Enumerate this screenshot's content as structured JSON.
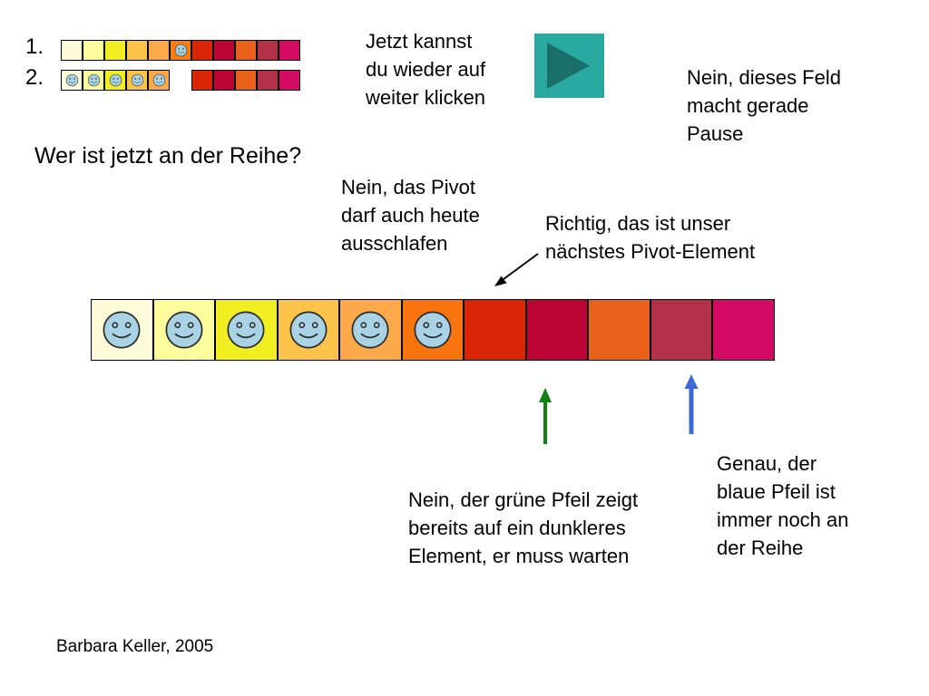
{
  "slide": {
    "heading": "Wer ist jetzt an der Reihe?",
    "credit": "Barbara Keller, 2005",
    "background": "#ffffff"
  },
  "colors": {
    "text": "#000000",
    "cell_border": "#000000",
    "smiley_face": "#A9D3E5",
    "smiley_features": "#2B2B2B",
    "play_button_bg": "#2AA9A1",
    "play_button_triangle": "#1B6F6A",
    "green_arrow": "#118211",
    "blue_arrow": "#3C69D8",
    "black_arrow": "#000000"
  },
  "annotations": {
    "continue_hint": "Jetzt kannst\ndu wieder auf\nweiter klicken",
    "pause_feedback": "Nein, dieses Feld\nmacht gerade\nPause",
    "pivot_sleep_feedback": "Nein, das Pivot\ndarf auch heute\nausschlafen",
    "pivot_correct_feedback": "Richtig, das ist unser\nnächstes Pivot-Element",
    "green_arrow_feedback": "Nein, der grüne Pfeil zeigt\nbereits auf ein dunkleres\nElement, er muss warten",
    "blue_arrow_feedback": "Genau, der\nblaue Pfeil ist\nimmer noch an\nder Reihe"
  },
  "mini_rows": [
    {
      "label": "1.",
      "cells": [
        {
          "color": "#FEFCD9",
          "smiley": false
        },
        {
          "color": "#FEFD9E",
          "smiley": false
        },
        {
          "color": "#F1EF22",
          "smiley": false
        },
        {
          "color": "#FCC34B",
          "smiley": false
        },
        {
          "color": "#FBA94B",
          "smiley": false
        },
        {
          "color": "#F97D0F",
          "smiley": true
        },
        {
          "color": "#DB2507",
          "smiley": false
        },
        {
          "color": "#BC0434",
          "smiley": false
        },
        {
          "color": "#E8621B",
          "smiley": false
        },
        {
          "color": "#B23147",
          "smiley": false
        },
        {
          "color": "#D30B65",
          "smiley": false
        }
      ]
    },
    {
      "label": "2.",
      "cells": [
        {
          "color": "#FEFCD9",
          "smiley": true
        },
        {
          "color": "#FEFD9E",
          "smiley": true
        },
        {
          "color": "#F1EF22",
          "smiley": true
        },
        {
          "color": "#FCC34B",
          "smiley": true
        },
        {
          "color": "#FBA94B",
          "smiley": true
        },
        {
          "gap": true
        },
        {
          "color": "#DB2507",
          "smiley": false
        },
        {
          "color": "#BC0434",
          "smiley": false
        },
        {
          "color": "#E8621B",
          "smiley": false
        },
        {
          "color": "#B23147",
          "smiley": false
        },
        {
          "color": "#D30B65",
          "smiley": false
        }
      ]
    }
  ],
  "main_row": {
    "cells": [
      {
        "color": "#FEFCD9",
        "smiley": true
      },
      {
        "color": "#FEFD9E",
        "smiley": true
      },
      {
        "color": "#F1EF22",
        "smiley": true
      },
      {
        "color": "#FCC34B",
        "smiley": true
      },
      {
        "color": "#FBA94B",
        "smiley": true
      },
      {
        "color": "#F8740E",
        "smiley": true
      },
      {
        "color": "#DB2507",
        "smiley": false
      },
      {
        "color": "#BC0434",
        "smiley": false
      },
      {
        "color": "#E8621B",
        "smiley": false
      },
      {
        "color": "#B23147",
        "smiley": false
      },
      {
        "color": "#D30B65",
        "smiley": false
      }
    ]
  }
}
